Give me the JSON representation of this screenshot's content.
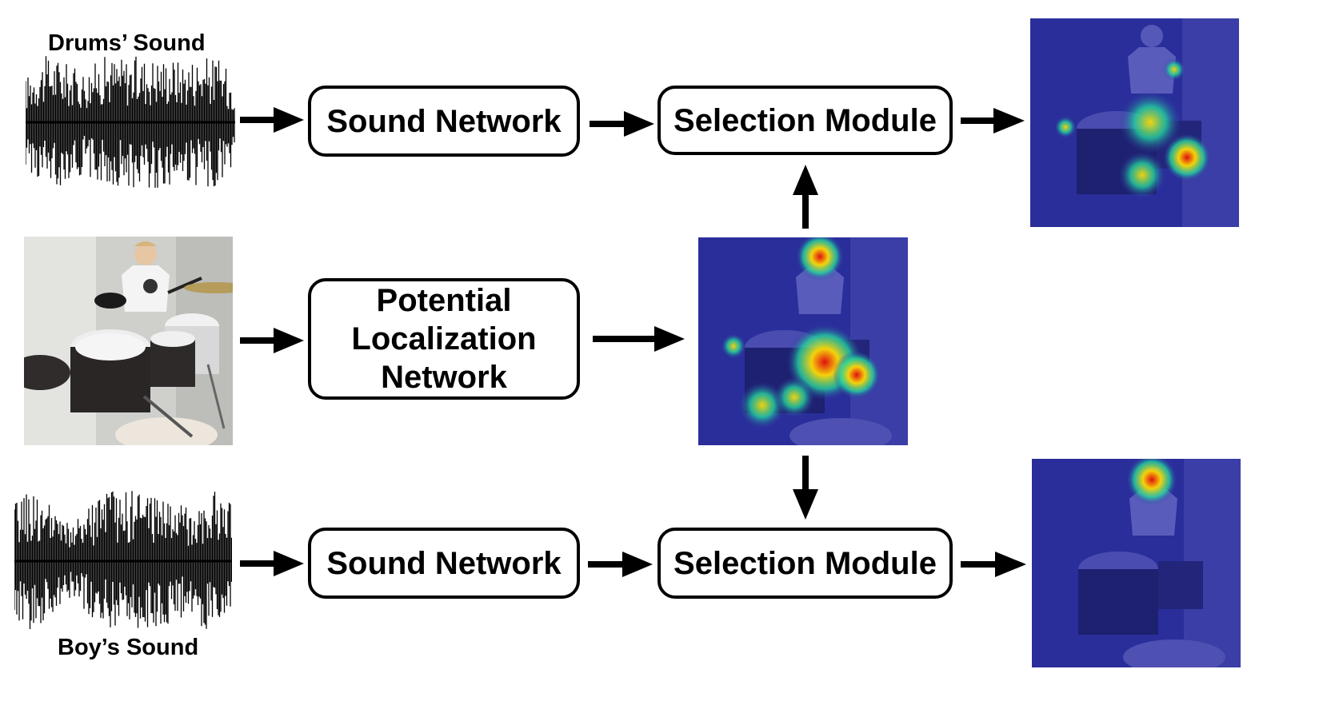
{
  "labels": {
    "top_sound": "Drums’ Sound",
    "bottom_sound": "Boy’s Sound"
  },
  "boxes": {
    "sound_network_top": "Sound Network",
    "selection_module_top": "Selection Module",
    "potential_localization": [
      "Potential",
      "Localization",
      "Network"
    ],
    "sound_network_bottom": "Sound Network",
    "selection_module_bottom": "Selection Module"
  },
  "colors": {
    "heatmap_base": "#2a2e9a",
    "heat_hot": "#e01010",
    "heat_warm": "#f5d20a",
    "heat_mid": "#22d4a0"
  }
}
